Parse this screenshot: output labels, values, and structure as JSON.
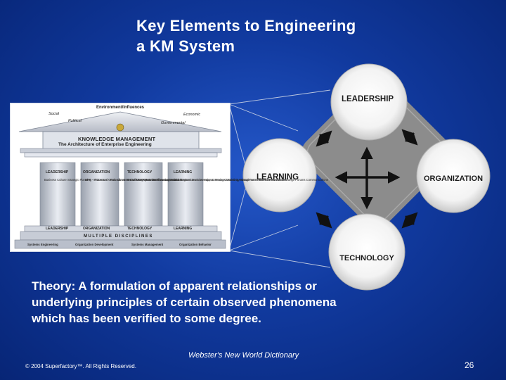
{
  "slide": {
    "title_line1": "Key Elements to Engineering",
    "title_line2": "a KM System",
    "theory": "Theory:  A formulation of apparent relationships or underlying principles of certain observed phenomena which has been verified to some degree.",
    "source": "Webster's New World Dictionary",
    "copyright": "© 2004 Superfactory™.  All Rights Reserved.",
    "page_number": "26"
  },
  "temple": {
    "environment_title": "Environment/Influences",
    "influences": [
      "Social",
      "Economic",
      "Political",
      "Governmental"
    ],
    "km_title": "KNOWLEDGE MANAGEMENT",
    "km_subtitle": "The Architecture of Enterprise Engineering",
    "columns": [
      {
        "head": "LEADERSHIP",
        "items": "Business Culture\nStrategic Planning\n- Vision and Goals\nClimate\nGrowth\nSegmentation\nCommunications",
        "foot": "LEADERSHIP"
      },
      {
        "head": "ORGANIZATION",
        "items": "BPR\n- Processes\n- Procedures\nMetrics\nMBO\nQMS\nWorkflow\nCommunications",
        "foot": "ORGANIZATION"
      },
      {
        "head": "TECHNOLOGY",
        "items": "E-mail\nOLAP\nData Warehousing\nSearch Engines\nDecision Support\nProcess Modeling\nManagement Tools\nCommunications",
        "foot": "TECHNOLOGY"
      },
      {
        "head": "LEARNING",
        "items": "Intuition\nInnovation vs.\nInvention\nLearning\nCommunity\nVirtual Teams\nShared Rewards\nExchange Forums\nCommunications",
        "foot": "LEARNING"
      }
    ],
    "multiple_disciplines": "MULTIPLE DISCIPLINES",
    "disciplines": [
      "Systems Engineering",
      "Organization Development",
      "Systems Management",
      "Organization Behavior"
    ]
  },
  "diamond": {
    "nodes": {
      "top": "LEADERSHIP",
      "left": "LEARNING",
      "right": "ORGANIZATION",
      "bottom": "TECHNOLOGY"
    },
    "colors": {
      "diamond": "#8c8c8c",
      "circle_edge": "#c9c9c9",
      "circle_center": "#ffffff",
      "arrow": "#111111"
    }
  },
  "colors": {
    "background": "#113a9f",
    "text": "#ffffff"
  }
}
